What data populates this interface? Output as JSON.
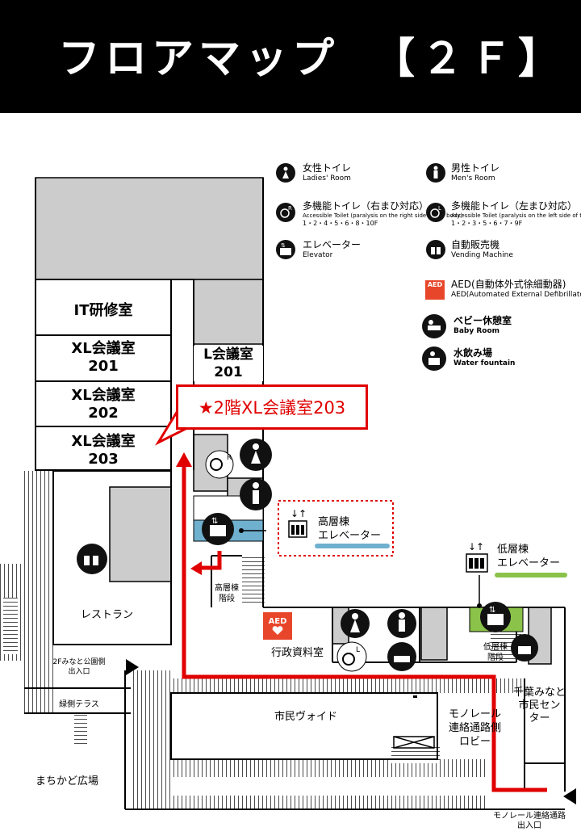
{
  "header": {
    "title": "フロアマップ",
    "floor": "【２Ｆ】"
  },
  "legend": {
    "ladies": {
      "ja": "女性トイレ",
      "en": "Ladies' Room"
    },
    "mens": {
      "ja": "男性トイレ",
      "en": "Men's Room"
    },
    "accessible_right": {
      "ja": "多機能トイレ（右まひ対応）",
      "en": "Accessible Toilet (paralysis on the right side of the body)",
      "floors": "1・2・4・5・6・8・10F"
    },
    "accessible_left": {
      "ja": "多機能トイレ（左まひ対応）",
      "en": "Accessible Toilet (paralysis on the left side of the body)",
      "floors": "1・2・3・5・6・7・9F"
    },
    "elevator": {
      "ja": "エレベーター",
      "en": "Elevator"
    },
    "vending": {
      "ja": "自動販売機",
      "en": "Vending Machine"
    },
    "aed": {
      "ja": "AED(自動体外式徐細動器)",
      "en": "AED(Automated External Defibrillator)",
      "badge": "AED"
    },
    "baby": {
      "ja": "ベビー休憩室",
      "en": "Baby Room"
    },
    "water": {
      "ja": "水飲み場",
      "en": "Water fountain"
    }
  },
  "rooms": {
    "it": "IT研修室",
    "xl201": {
      "name": "XL会議室",
      "num": "201"
    },
    "xl202": {
      "name": "XL会議室",
      "num": "202"
    },
    "xl203": {
      "name": "XL会議室",
      "num": "203"
    },
    "l201": {
      "name": "L会議室",
      "num": "201"
    },
    "restaurant": "レストラン",
    "admin": "行政資料室",
    "void": "市民ヴォイド",
    "monorail_lobby": [
      "モノレール",
      "連絡通路側",
      "ロビー"
    ],
    "chiba_center": [
      "千葉みなと",
      "市民セン",
      "ター"
    ],
    "minato_entrance": [
      "2Fみなと公園側",
      "出入口"
    ],
    "green_terrace": "緑側テラス",
    "plaza": "まちかど広場",
    "high_stairs": [
      "高層棟",
      "階段"
    ],
    "low_stairs": [
      "低層棟",
      "階段"
    ],
    "monorail_exit": [
      "モノレール連絡通路",
      "出入口"
    ]
  },
  "elevators": {
    "high": [
      "高層棟",
      "エレベーター"
    ],
    "low": [
      "低層棟",
      "エレベーター"
    ]
  },
  "callout": "★2階XL会議室203",
  "colors": {
    "route": "#e00000",
    "high_elevator": "#6fb0cf",
    "low_elevator": "#8bc24a",
    "wall_gray": "#cccccc"
  }
}
